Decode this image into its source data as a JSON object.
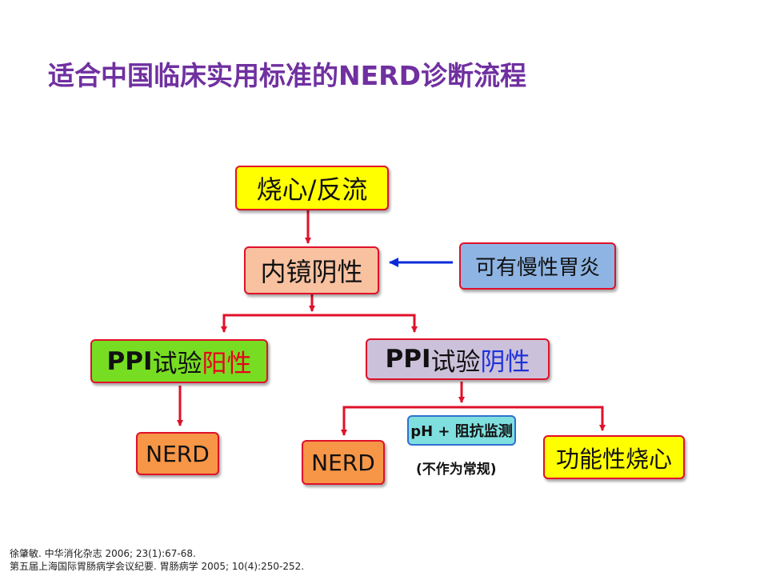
{
  "title": "适合中国临床实用标准的NERD诊断流程",
  "boxes": {
    "heartburn": "烧心/反流",
    "endoscopy_negative": "内镜阴性",
    "chronic_gastritis": "可有慢性胃炎",
    "ppi_positive_prefix": "PPI",
    "ppi_positive_mid": "试验",
    "ppi_positive_result": "阳性",
    "ppi_negative_prefix": "PPI",
    "ppi_negative_mid": "试验",
    "ppi_negative_result": "阴性",
    "nerd_left": "NERD",
    "nerd_right": "NERD",
    "ph_monitoring": "pH + 阻抗监测",
    "functional_heartburn": "功能性烧心"
  },
  "note": "(不作为常规)",
  "references": [
    "徐肇敏. 中华消化杂志 2006; 23(1):67-68.",
    "第五届上海国际胃肠病学会议纪要. 胃肠病学 2005; 10(4):250-252."
  ],
  "colors": {
    "title": "#7030a0",
    "border": "#e0102a",
    "arrow_red": "#e0102a",
    "arrow_blue": "#0a2ad8"
  }
}
